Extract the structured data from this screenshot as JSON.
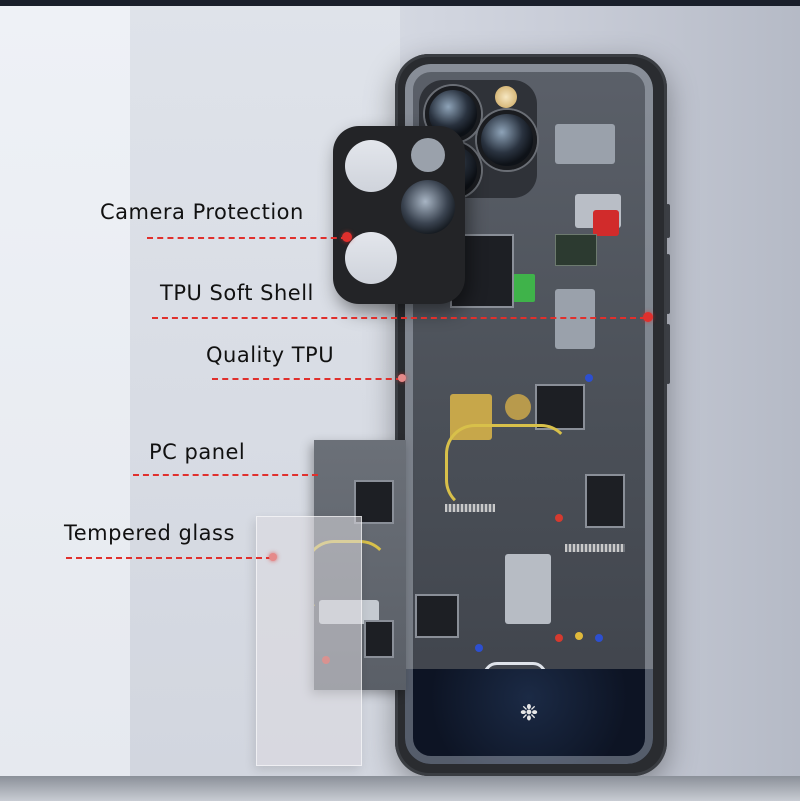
{
  "labels": {
    "camera_protection": "Camera Protection",
    "tpu_soft_shell": "TPU Soft Shell",
    "quality_tpu": "Quality TPU",
    "pc_panel": "PC panel",
    "tempered_glass": "Tempered glass"
  },
  "colors": {
    "callout_line": "#e0302d",
    "label_text": "#111111",
    "case_frame": "#2a2c30"
  },
  "icons": {
    "emblem": "ornament-icon"
  }
}
